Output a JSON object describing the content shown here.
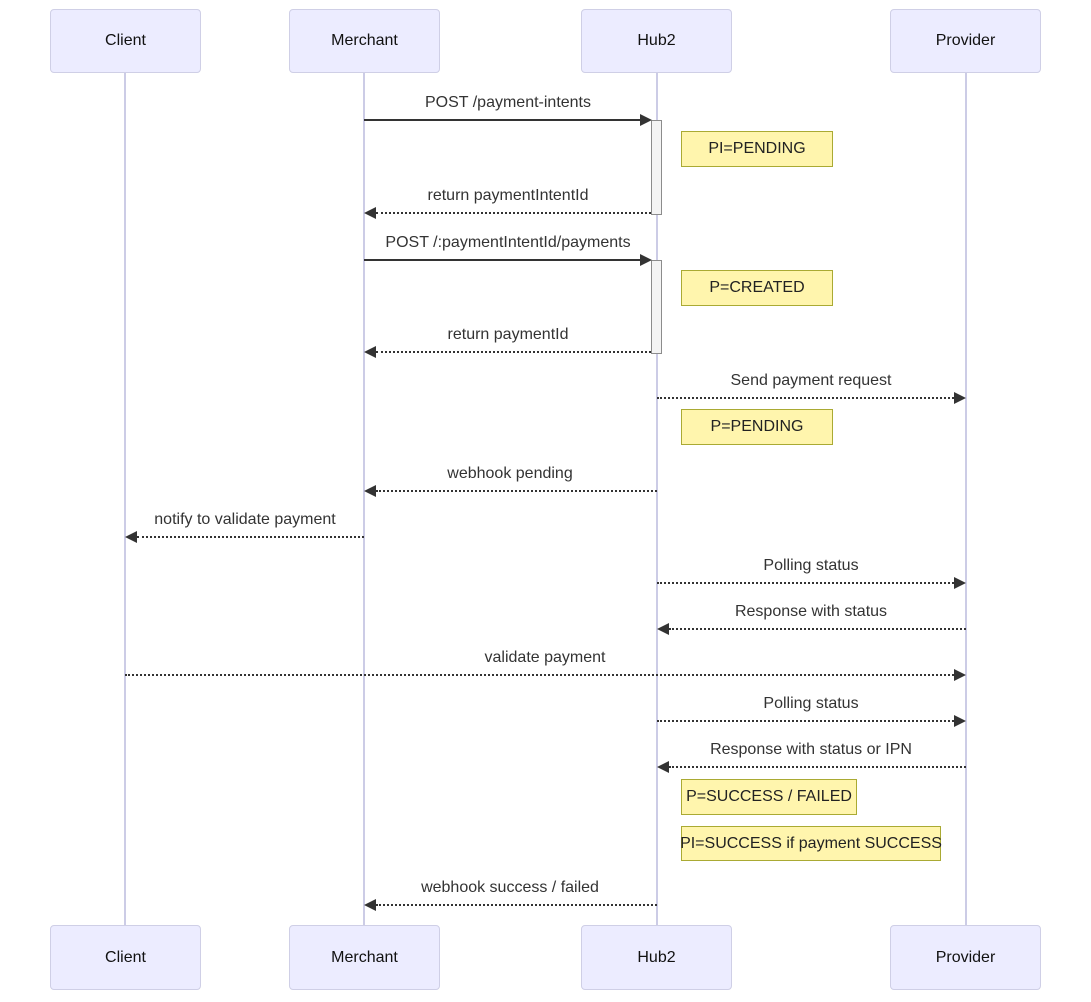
{
  "actors": [
    {
      "label": "Client"
    },
    {
      "label": "Merchant"
    },
    {
      "label": "Hub2"
    },
    {
      "label": "Provider"
    }
  ],
  "messages": [
    {
      "label": "POST /payment-intents",
      "type": "solid",
      "from": "Merchant",
      "to": "Hub2"
    },
    {
      "label": "return paymentIntentId",
      "type": "dotted",
      "from": "Hub2",
      "to": "Merchant"
    },
    {
      "label": "POST /:paymentIntentId/payments",
      "type": "solid",
      "from": "Merchant",
      "to": "Hub2"
    },
    {
      "label": "return paymentId",
      "type": "dotted",
      "from": "Hub2",
      "to": "Merchant"
    },
    {
      "label": "Send payment request",
      "type": "dotted",
      "from": "Hub2",
      "to": "Provider"
    },
    {
      "label": "webhook pending",
      "type": "dotted",
      "from": "Hub2",
      "to": "Merchant"
    },
    {
      "label": "notify to validate payment",
      "type": "dotted",
      "from": "Merchant",
      "to": "Client"
    },
    {
      "label": "Polling status",
      "type": "dotted",
      "from": "Hub2",
      "to": "Provider"
    },
    {
      "label": "Response with status",
      "type": "dotted",
      "from": "Provider",
      "to": "Hub2"
    },
    {
      "label": "validate payment",
      "type": "dotted",
      "from": "Client",
      "to": "Provider"
    },
    {
      "label": "Polling status",
      "type": "dotted",
      "from": "Hub2",
      "to": "Provider"
    },
    {
      "label": "Response with status or IPN",
      "type": "dotted",
      "from": "Provider",
      "to": "Hub2"
    },
    {
      "label": "webhook success / failed",
      "type": "dotted",
      "from": "Hub2",
      "to": "Merchant"
    }
  ],
  "notes": [
    {
      "label": "PI=PENDING"
    },
    {
      "label": "P=CREATED"
    },
    {
      "label": "P=PENDING"
    },
    {
      "label": "P=SUCCESS / FAILED"
    },
    {
      "label": "PI=SUCCESS if payment SUCCESS"
    }
  ],
  "colors": {
    "actor_fill": "#ECECFF",
    "actor_border": "#CFCFE6",
    "note_fill": "#FFF5AD",
    "note_border": "#AAAA33",
    "message_line": "#333333",
    "lifeline": "#CCCCE6",
    "activation_fill": "#F4F4F4",
    "activation_border": "#8C8C8C"
  }
}
